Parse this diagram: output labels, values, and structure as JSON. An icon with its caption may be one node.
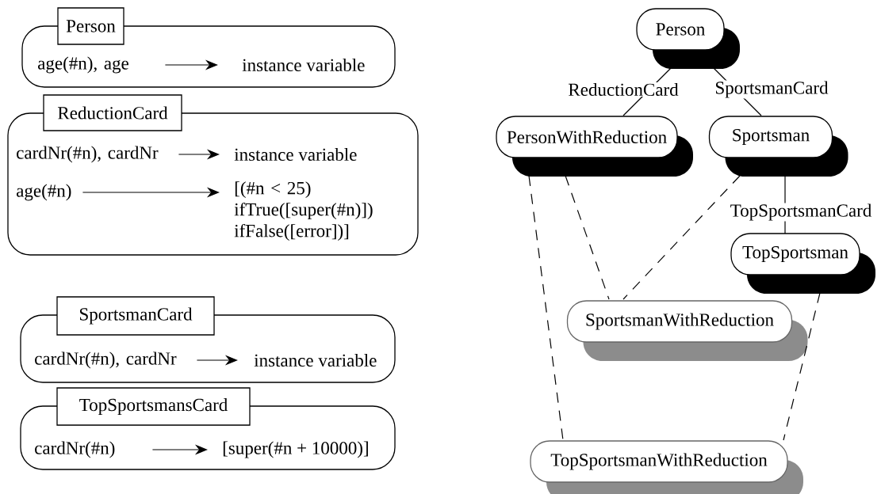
{
  "diagram": {
    "nodes": [
      {
        "text": [
          "Person"
        ]
      },
      {
        "text": [
          "age(#n), age"
        ],
        "in": 0
      },
      {
        "text": [
          "instance variable"
        ],
        "in": 0
      },
      {
        "text": [
          "ReductionCard"
        ]
      },
      {
        "text": [
          "cardNr(#n), cardNr"
        ],
        "in": 3
      },
      {
        "text": [
          "instance variable"
        ],
        "in": 3
      },
      {
        "text": [
          "age(#n)"
        ],
        "in": 3
      },
      {
        "text": [
          "[(#n < 25) ifTrue([super(#n)]) ifFalse([error])]"
        ],
        "in": 3
      },
      {
        "text": [
          "SportsmanCard"
        ]
      },
      {
        "text": [
          "cardNr(#n), cardNr"
        ],
        "in": 8
      },
      {
        "text": [
          "instance variable"
        ],
        "in": 8
      },
      {
        "text": [
          "TopSportsmansCard"
        ]
      },
      {
        "text": [
          "cardNr(#n)"
        ],
        "in": 11
      },
      {
        "text": [
          "[super(#n + 10000)]"
        ],
        "in": 11
      },
      {
        "text": [
          "Person"
        ]
      },
      {
        "text": [
          "PersonWithReduction"
        ]
      },
      {
        "text": [
          "Sportsman"
        ]
      },
      {
        "text": [
          "TopSportsman"
        ]
      },
      {
        "text": [
          "SportsmanWithReduction"
        ]
      },
      {
        "text": [
          "TopSportsmanWithReduction"
        ]
      }
    ],
    "edges": [
      {
        "from": 1,
        "to": 2,
        "arrow": "to"
      },
      {
        "from": 4,
        "to": 5,
        "arrow": "to"
      },
      {
        "from": 6,
        "to": 7,
        "arrow": "to"
      },
      {
        "from": 9,
        "to": 10,
        "arrow": "to"
      },
      {
        "from": 12,
        "to": 13,
        "arrow": "to"
      },
      {
        "from": 14,
        "to": 15,
        "arrow": "none",
        "label": "ReductionCard"
      },
      {
        "from": 14,
        "to": 16,
        "arrow": "none",
        "label": "SportsmanCard"
      },
      {
        "from": 16,
        "to": 17,
        "arrow": "none",
        "label": "TopSportsmanCard"
      },
      {
        "from": 15,
        "to": 18,
        "arrow": "none",
        "style": "dashed"
      },
      {
        "from": 16,
        "to": 18,
        "arrow": "none",
        "style": "dashed"
      },
      {
        "from": 15,
        "to": 19,
        "arrow": "none",
        "style": "dashed"
      },
      {
        "from": 17,
        "to": 19,
        "arrow": "none",
        "style": "dashed"
      }
    ]
  }
}
